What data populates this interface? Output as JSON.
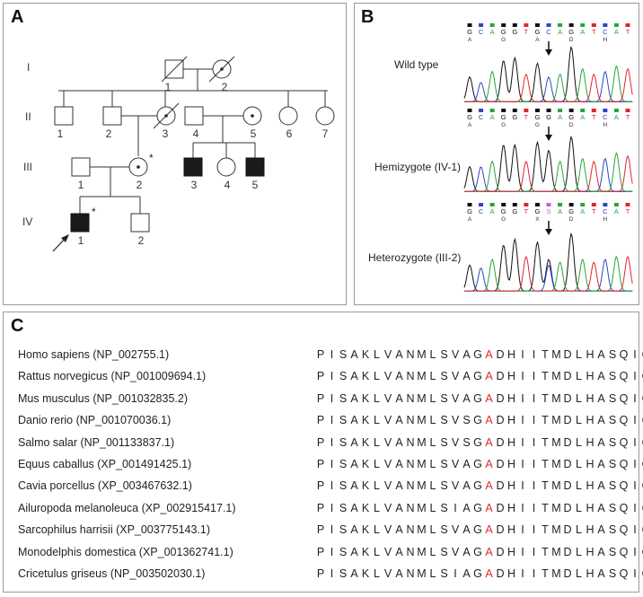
{
  "panels": {
    "a": {
      "label": "A"
    },
    "b": {
      "label": "B"
    },
    "c": {
      "label": "C"
    }
  },
  "pedigree": {
    "generations": [
      "I",
      "II",
      "III",
      "IV"
    ],
    "ids": {
      "g1_1": "1",
      "g1_2": "2",
      "g2_1": "1",
      "g2_2": "2",
      "g2_3": "3",
      "g2_4": "4",
      "g2_5": "5",
      "g2_6": "6",
      "g2_7": "7",
      "g3_1": "1",
      "g3_2": "2",
      "g3_3": "3",
      "g3_4": "4",
      "g3_5": "5",
      "g4_1": "1",
      "g4_2": "2"
    },
    "asterisk": "*"
  },
  "chromatograms": [
    {
      "label": "Wild type",
      "bases": [
        "G",
        "C",
        "A",
        "G",
        "G",
        "T",
        "G",
        "C",
        "A",
        "G",
        "A",
        "T",
        "C",
        "A",
        "T"
      ],
      "aminoacids": [
        "A",
        "",
        "G",
        "",
        "A",
        "",
        "D",
        "",
        "H",
        ""
      ]
    },
    {
      "label": "Hemizygote (IV-1)",
      "bases": [
        "G",
        "C",
        "A",
        "G",
        "G",
        "T",
        "G",
        "G",
        "A",
        "G",
        "A",
        "T",
        "C",
        "A",
        "T"
      ],
      "aminoacids": [
        "A",
        "",
        "G",
        "",
        "G",
        "",
        "D",
        "",
        "H",
        ""
      ]
    },
    {
      "label": "Heterozygote (III-2)",
      "bases": [
        "G",
        "C",
        "A",
        "G",
        "G",
        "T",
        "G",
        "S",
        "A",
        "G",
        "A",
        "T",
        "C",
        "A",
        "T"
      ],
      "aminoacids": [
        "A",
        "",
        "G",
        "",
        "X",
        "",
        "D",
        "",
        "H",
        ""
      ]
    }
  ],
  "alignment": {
    "highlight_index": 15,
    "highlight_color": "#e0262f",
    "rows": [
      {
        "species": "Homo sapiens (NP_002755.1)",
        "sequence": "PISAKLVANMLSVAGADHIITMDLHASQIQG"
      },
      {
        "species": "Rattus norvegicus (NP_001009694.1)",
        "sequence": "PISAKLVANMLSVAGADHIITMDLHASQIQG"
      },
      {
        "species": "Mus musculus (NP_001032835.2)",
        "sequence": "PISAKLVANMLSVAGADHIITMDLHASQIQG"
      },
      {
        "species": "Danio rerio (NP_001070036.1)",
        "sequence": "PISAKLVANMLSVSGADHIITMDLHASQIQG"
      },
      {
        "species": "Salmo salar (NP_001133837.1)",
        "sequence": "PISAKLVANMLSVSGADHIITMDLHASQIQG"
      },
      {
        "species": "Equus caballus (XP_001491425.1)",
        "sequence": "PISAKLVANMLSVAGADHIITMDLHASQIQG"
      },
      {
        "species": "Cavia porcellus (XP_003467632.1)",
        "sequence": "PISAKLVANMLSVAGADHIITMDLHASQIQG"
      },
      {
        "species": "Ailuropoda melanoleuca (XP_002915417.1)",
        "sequence": "PISAKLVANMLSIAGADHIITMDLHASQIQG"
      },
      {
        "species": "Sarcophilus harrisii (XP_003775143.1)",
        "sequence": "PISAKLVANMLSVAGADHIITMDLHASQIQG"
      },
      {
        "species": "Monodelphis domestica (XP_001362741.1)",
        "sequence": "PISAKLVANMLSVAGADHIITMDLHASQIQG"
      },
      {
        "species": "Cricetulus griseus (NP_003502030.1)",
        "sequence": "PISAKLVANMLSIAGADHIITMDLHASQIQG"
      }
    ]
  },
  "colors": {
    "A": "#2aa53a",
    "C": "#2f45c9",
    "G": "#111111",
    "T": "#e0262f",
    "S": "#d35bd3"
  }
}
